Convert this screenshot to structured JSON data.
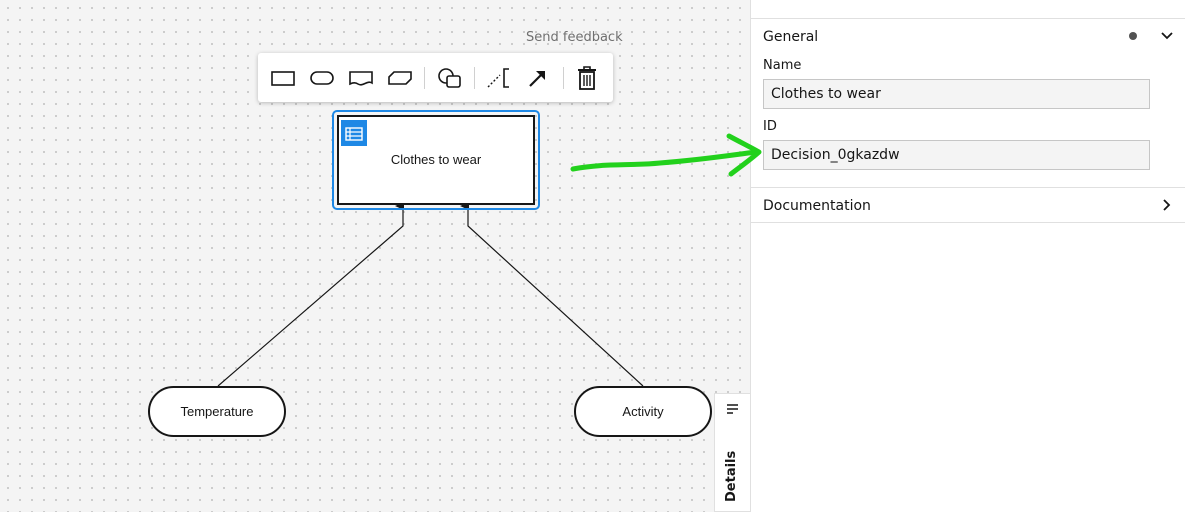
{
  "canvas": {
    "send_feedback": "Send feedback",
    "toolbar": {
      "tools": [
        {
          "icon": "decision-rectangle-icon"
        },
        {
          "icon": "input-data-rounded-icon"
        },
        {
          "icon": "knowledge-source-icon"
        },
        {
          "icon": "business-knowledge-model-icon"
        },
        {
          "icon": "group-shapes-icon"
        },
        {
          "icon": "text-annotation-icon"
        },
        {
          "icon": "connect-arrow-icon"
        },
        {
          "icon": "trash-icon"
        }
      ]
    },
    "decision": {
      "label": "Clothes to wear",
      "icon": "decision-table-icon",
      "accent": "#1e88e5"
    },
    "inputs": [
      {
        "label": "Temperature"
      },
      {
        "label": "Activity"
      }
    ],
    "details_tab": {
      "label": "Details",
      "icon": "details-list-icon"
    }
  },
  "panel": {
    "general": {
      "title": "General",
      "status_dot_color": "#525252"
    },
    "name": {
      "label": "Name",
      "value": "Clothes to wear"
    },
    "id": {
      "label": "ID",
      "value": "Decision_0gkazdw"
    },
    "documentation": {
      "title": "Documentation"
    }
  },
  "annotation": {
    "color": "#22d11c"
  }
}
